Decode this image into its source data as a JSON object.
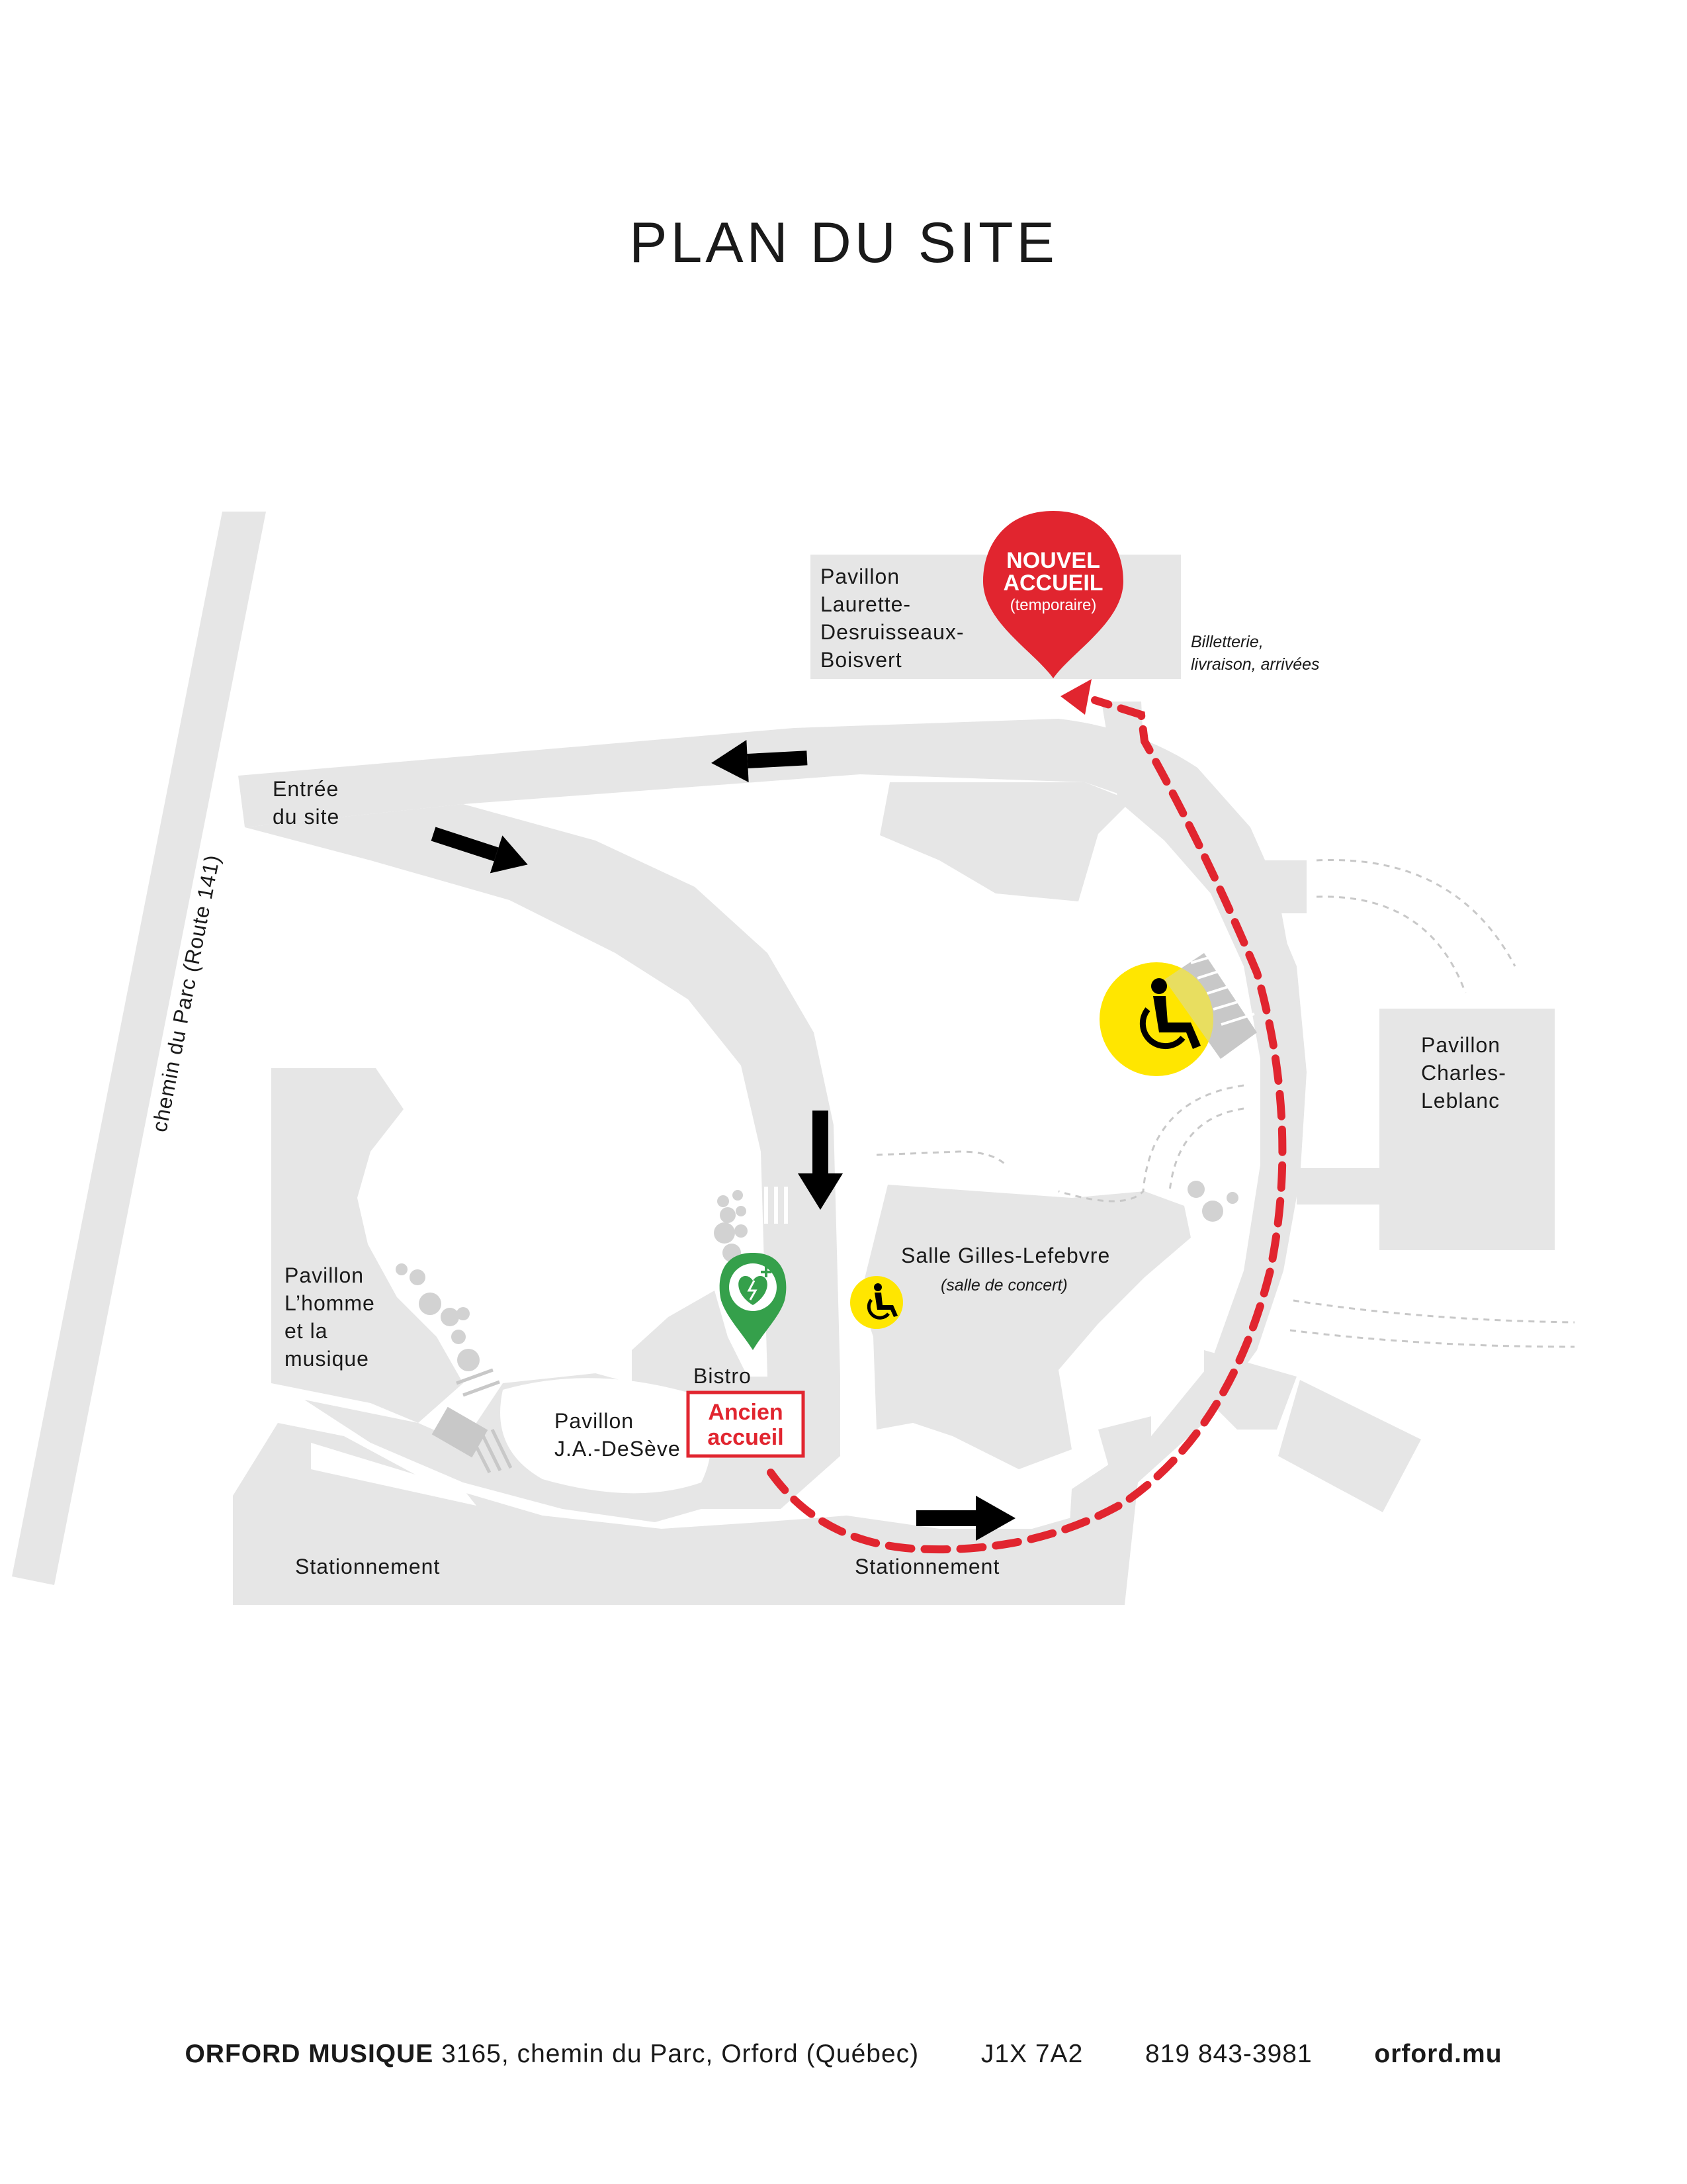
{
  "title": "PLAN DU SITE",
  "labels": {
    "road": "chemin du Parc (Route 141)",
    "entree_l1": "Entrée",
    "entree_l2": "du site",
    "pavillon_ldb_l1": "Pavillon",
    "pavillon_ldb_l2": "Laurette-",
    "pavillon_ldb_l3": "Desruisseaux-",
    "pavillon_ldb_l4": "Boisvert",
    "billetterie_l1": "Billetterie,",
    "billetterie_l2": "livraison, arrivées",
    "charles_l1": "Pavillon",
    "charles_l2": "Charles-",
    "charles_l3": "Leblanc",
    "salle": "Salle Gilles-Lefebvre",
    "salle_sub": "(salle de concert)",
    "homme_l1": "Pavillon",
    "homme_l2": "L’homme",
    "homme_l3": "et la",
    "homme_l4": "musique",
    "deseve_l1": "Pavillon",
    "deseve_l2": "J.A.-DeSève",
    "bistro": "Bistro",
    "stationnement_left": "Stationnement",
    "stationnement_right": "Stationnement"
  },
  "markers": {
    "nouvel_l1": "NOUVEL",
    "nouvel_l2": "ACCUEIL",
    "nouvel_l3": "(temporaire)",
    "ancien_l1": "Ancien",
    "ancien_l2": "accueil"
  },
  "icons": {
    "accessibility": "wheelchair-icon",
    "defibrillator": "heart-defibrillator-icon",
    "direction": "arrow-icon"
  },
  "colors": {
    "road": "#e6e6e6",
    "accent_red": "#e1252f",
    "access_yellow": "#ffe600",
    "aed_green": "#35a04b",
    "text": "#1a1a1a"
  },
  "footer": {
    "brand": "ORFORD MUSIQUE",
    "address": "3165, chemin du Parc, Orford (Québec)",
    "postal": "J1X 7A2",
    "phone": "819 843-3981",
    "site": "orford.mu"
  }
}
